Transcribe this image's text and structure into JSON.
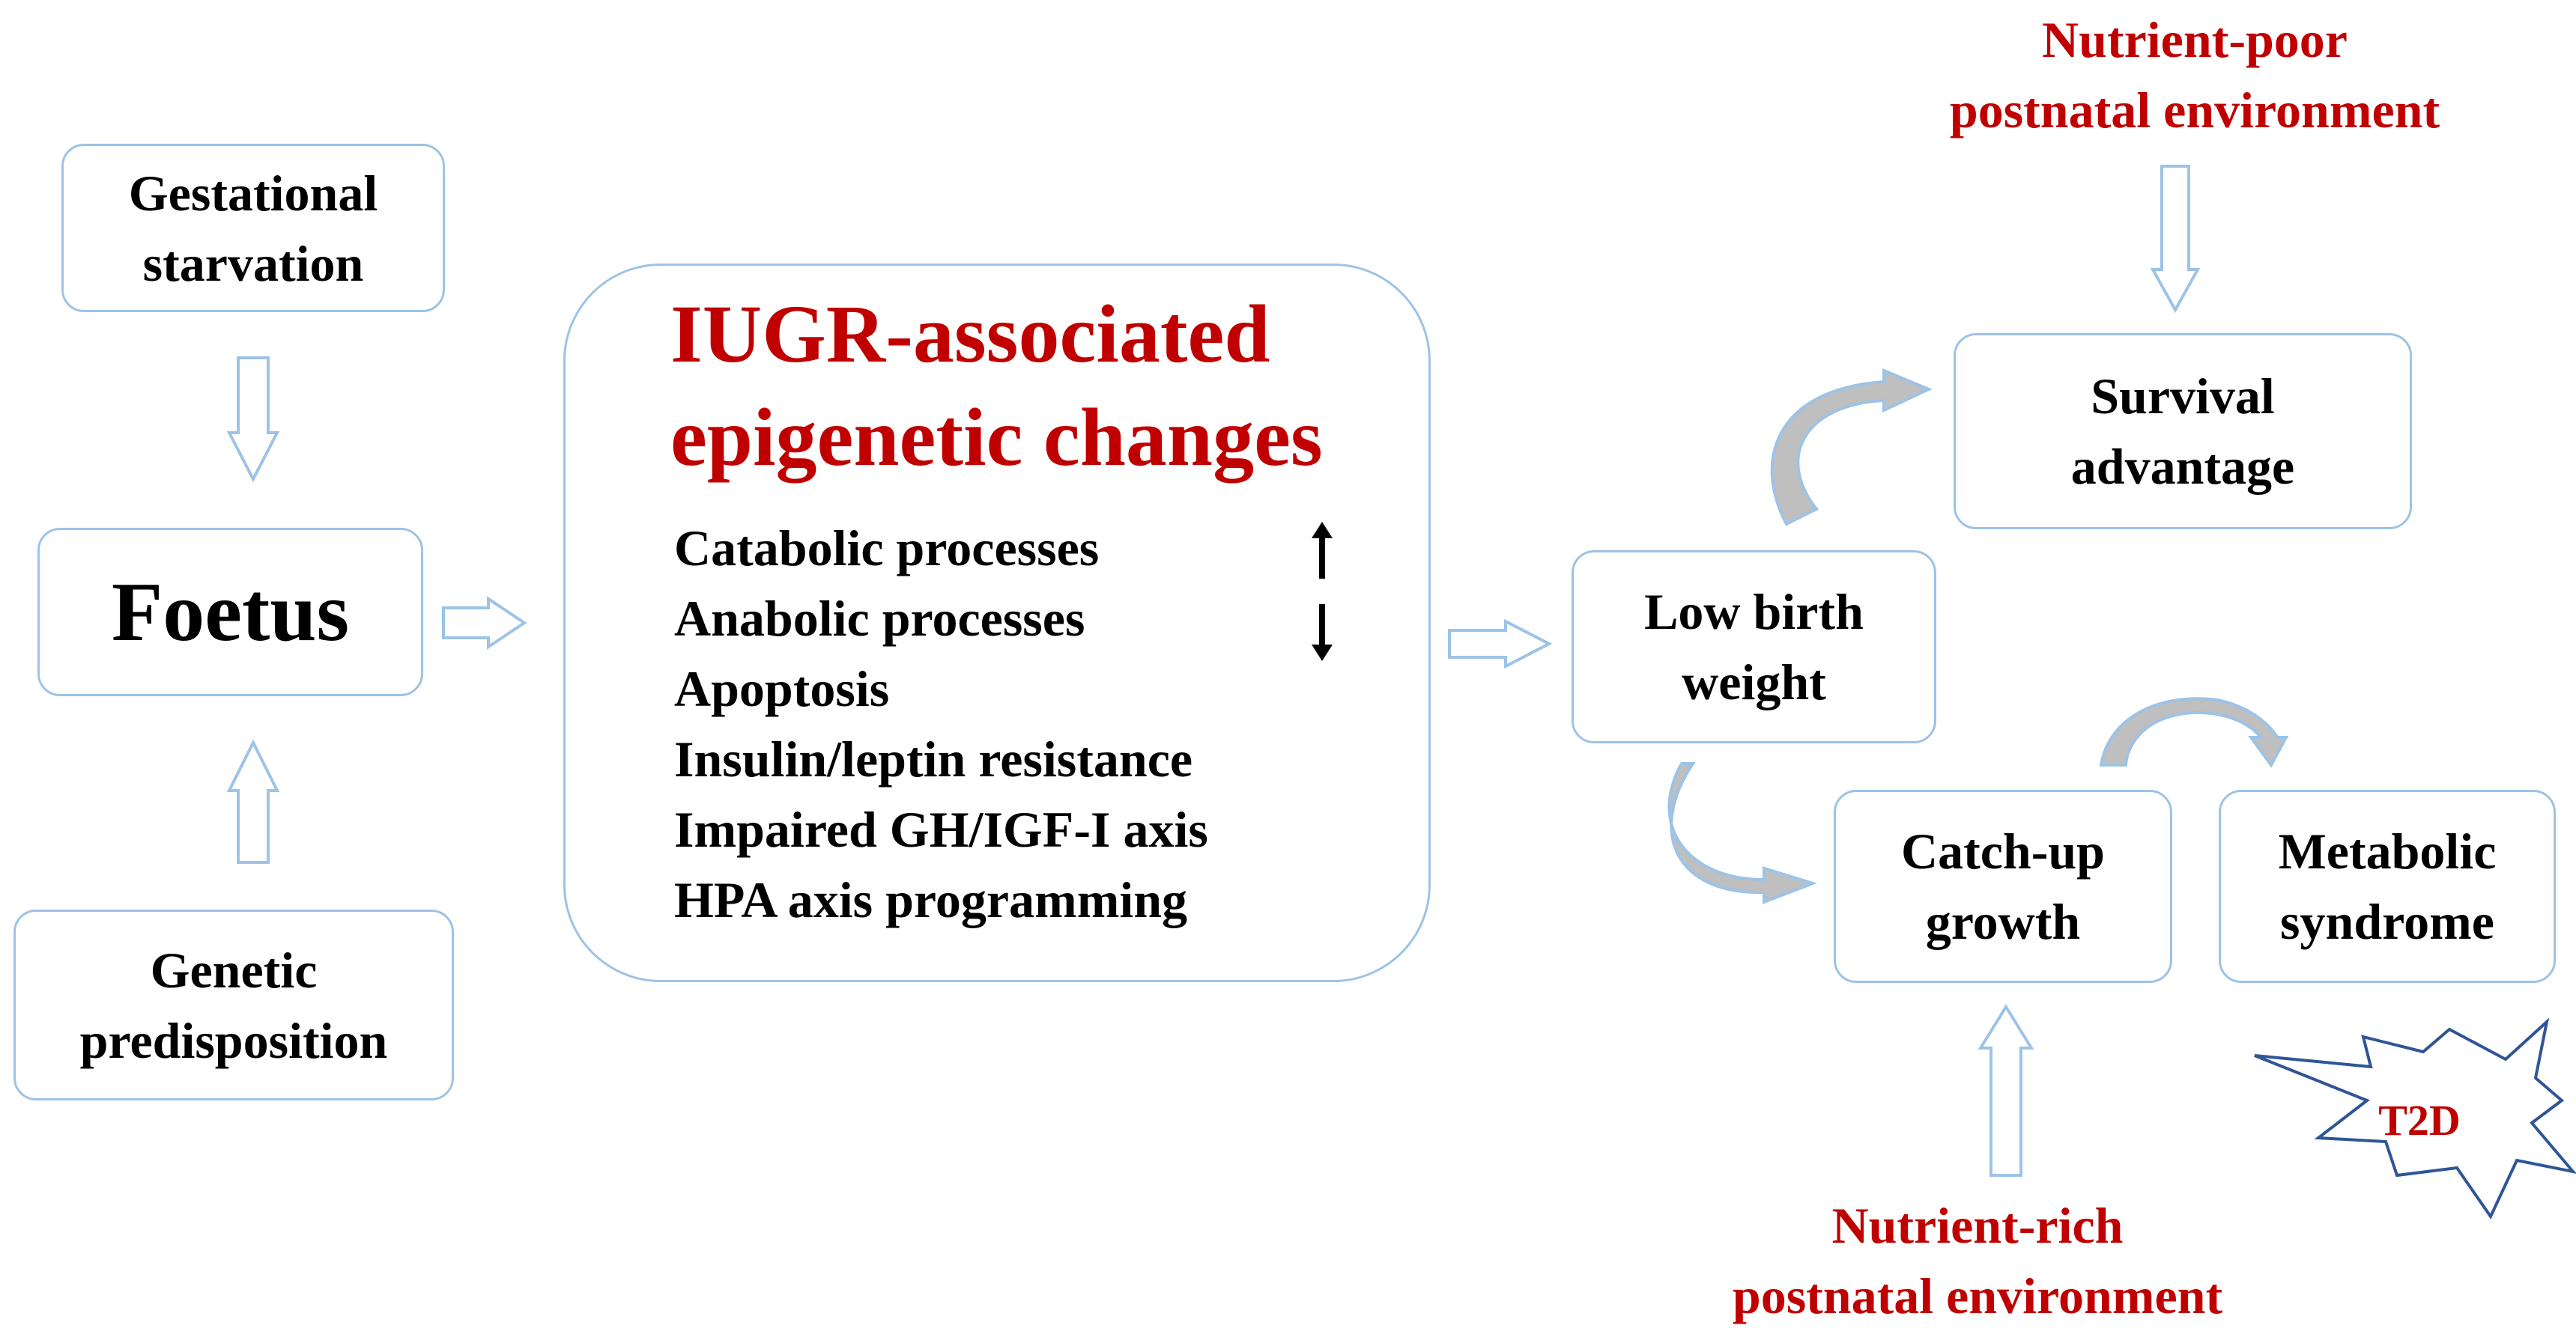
{
  "boxes": {
    "gestational": [
      "Gestational",
      "starvation"
    ],
    "foetus": "Foetus",
    "genetic": [
      "Genetic",
      "predisposition"
    ],
    "iugr_title": [
      "IUGR-associated",
      "epigenetic changes"
    ],
    "iugr_items": [
      "Catabolic processes",
      "Anabolic processes",
      "Apoptosis",
      "Insulin/leptin resistance",
      "Impaired GH/IGF-I axis",
      "HPA axis programming"
    ],
    "low_birth_weight": [
      "Low birth",
      "weight"
    ],
    "survival_advantage": [
      "Survival",
      "advantage"
    ],
    "catch_up_growth": [
      "Catch-up",
      "growth"
    ],
    "metabolic_syndrome": [
      "Metabolic",
      "syndrome"
    ]
  },
  "labels": {
    "nutrient_poor": [
      "Nutrient-poor",
      "postnatal environment"
    ],
    "nutrient_rich": [
      "Nutrient-rich",
      "postnatal environment"
    ],
    "t2d": "T2D"
  },
  "indicators": {
    "catabolic": "up-arrow",
    "anabolic": "down-arrow"
  },
  "colors": {
    "box_border": "#9DC3E6",
    "emphasis_text": "#C00000",
    "arrow_outline": "#9DC3E6",
    "curved_arrow_fill": "#BFBFBF",
    "star_outline": "#2F5597"
  }
}
